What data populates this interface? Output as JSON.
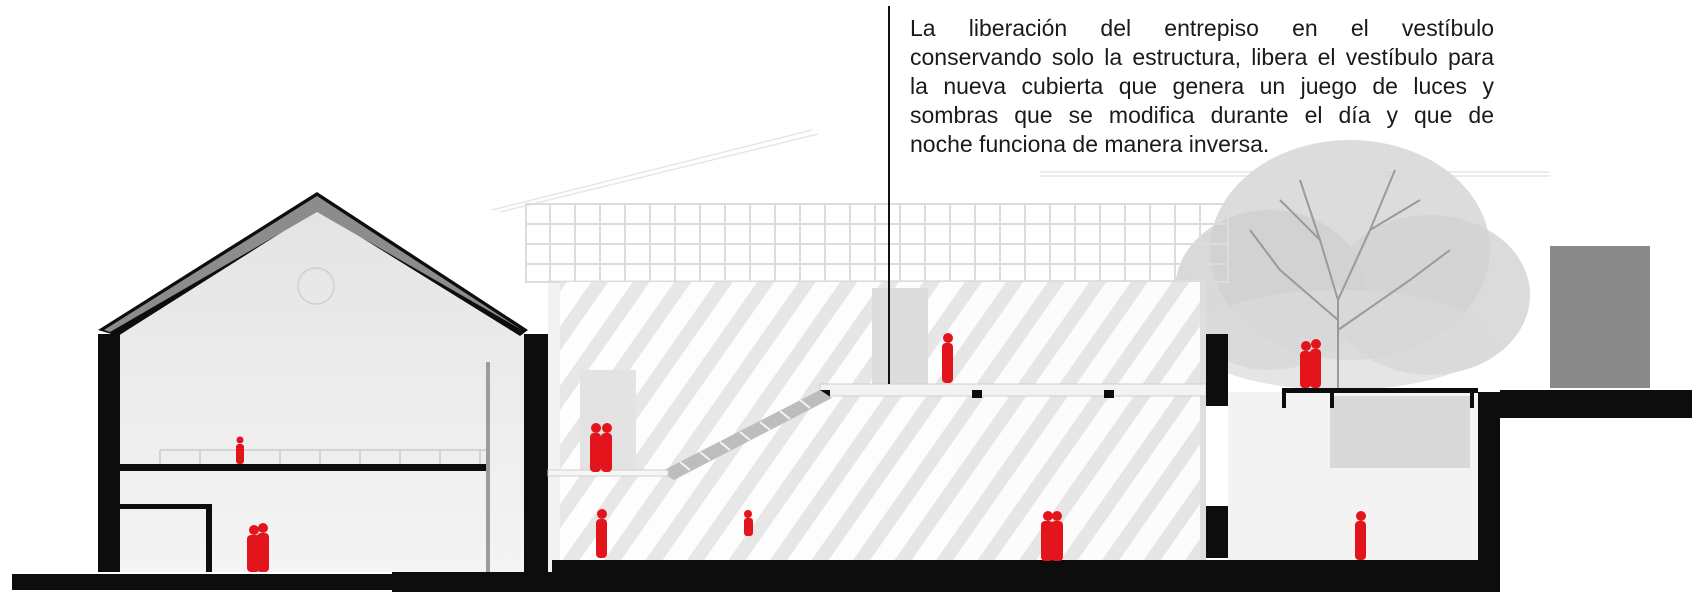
{
  "annotation": {
    "lines": [
      "La liberación del entrepiso en el vestíbulo",
      "conservando solo la estructura, libera el vestíbulo para",
      "la nueva cubierta que genera un juego de luces y",
      "sombras que se modifica durante el día y que de",
      "noche funciona de manera inversa."
    ]
  },
  "colors": {
    "figures": "#e3141b",
    "walls": "#0d0d0d",
    "roof": "#8c8c8c",
    "interior_light": "#efefef",
    "interior_mid": "#dcdcdc",
    "tree": "#b9b9b9",
    "neighbor_block": "#8a8a8a"
  },
  "figures": {
    "count": 13
  }
}
